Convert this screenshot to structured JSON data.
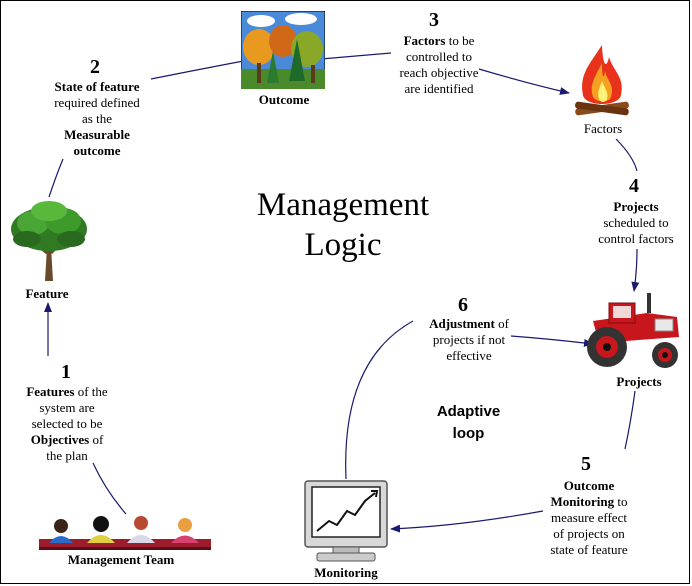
{
  "title": {
    "line1": "Management",
    "line2": "Logic"
  },
  "adaptive": {
    "line1": "Adaptive",
    "line2": "loop"
  },
  "steps": [
    {
      "number": "1",
      "lines": [
        {
          "bold": "Features",
          "rest": " of the"
        },
        {
          "text": "system are"
        },
        {
          "text": "selected  to be"
        },
        {
          "bold": "Objectives",
          "rest": " of"
        },
        {
          "text": "the plan"
        }
      ]
    },
    {
      "number": "2",
      "lines": [
        {
          "bold": "State of feature"
        },
        {
          "text": "required defined"
        },
        {
          "text": "as the"
        },
        {
          "bold": "Measurable"
        },
        {
          "bold": "outcome"
        }
      ]
    },
    {
      "number": "3",
      "lines": [
        {
          "bold": "Factors",
          "rest": " to be"
        },
        {
          "text": "controlled to"
        },
        {
          "text": "reach objective"
        },
        {
          "text": "are identified"
        }
      ]
    },
    {
      "number": "4",
      "lines": [
        {
          "bold": "Projects"
        },
        {
          "text": "scheduled to"
        },
        {
          "text": "control factors"
        }
      ]
    },
    {
      "number": "5",
      "lines": [
        {
          "bold": "Outcome"
        },
        {
          "bold": "Monitoring",
          "rest": " to"
        },
        {
          "text": "measure effect"
        },
        {
          "text": "of projects on"
        },
        {
          "text": "state of feature"
        }
      ]
    },
    {
      "number": "6",
      "lines": [
        {
          "bold": "Adjustment",
          "rest": " of"
        },
        {
          "text": "projects if not"
        },
        {
          "text": "effective"
        }
      ]
    }
  ],
  "nodes": {
    "management_team": "Management Team",
    "feature": "Feature",
    "outcome": "Outcome",
    "factors": "Factors",
    "projects": "Projects",
    "monitoring": "Monitoring"
  },
  "icons": {
    "management_team": "people-audience-icon",
    "feature": "tree-icon",
    "outcome": "forest-landscape-icon",
    "factors": "campfire-icon",
    "projects": "tractor-icon",
    "monitoring": "computer-monitor-chart-icon"
  },
  "colors": {
    "arrow": "#1a1a6e",
    "fire": "#e8321c",
    "tractor": "#c8161d",
    "tree": "#3a8a2a"
  }
}
